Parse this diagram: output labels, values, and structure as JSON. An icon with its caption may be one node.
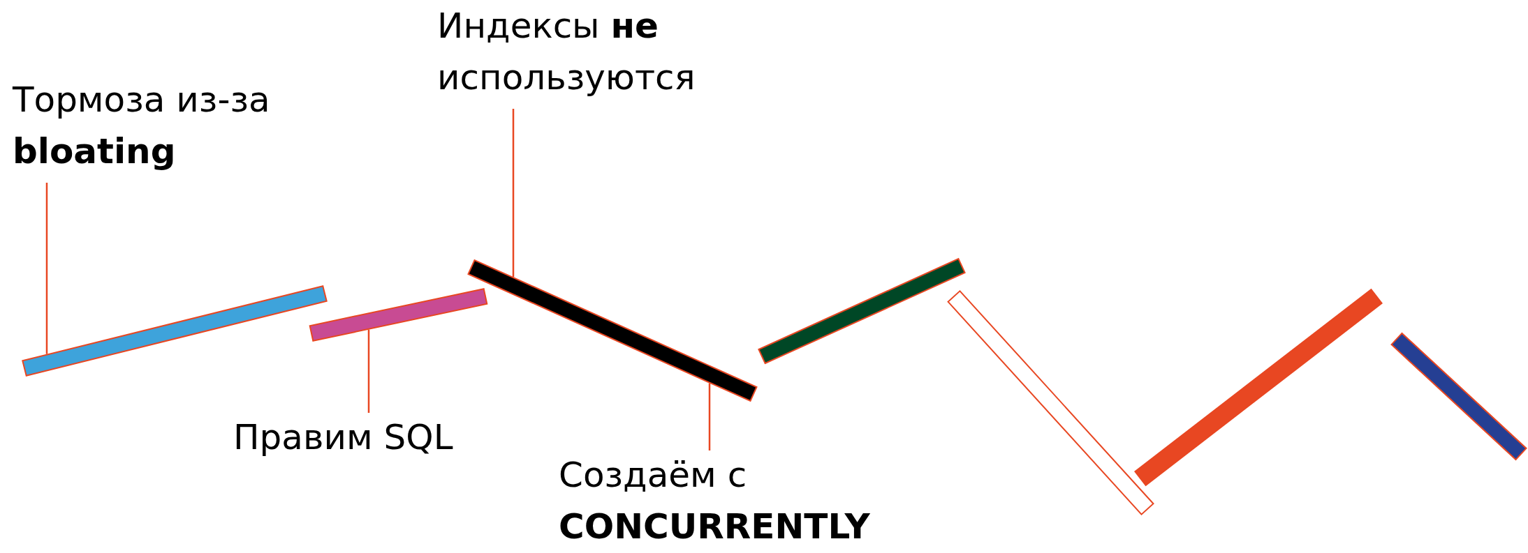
{
  "diagram": {
    "nodes": [
      {
        "text": [
          "Тормоза из-за **bloating**"
        ]
      },
      {
        "text": [
          "Правим SQL"
        ]
      },
      {
        "text": [
          "Индексы **не** используются"
        ]
      },
      {
        "text": [
          "Создаём с **CONCURRENTLY**"
        ]
      },
      {
        "text": [],
        "shape": "bar"
      },
      {
        "text": [],
        "shape": "bar"
      },
      {
        "text": [],
        "shape": "bar"
      },
      {
        "text": [],
        "shape": "bar"
      },
      {
        "text": [],
        "shape": "bar"
      },
      {
        "text": [],
        "shape": "bar"
      },
      {
        "text": [],
        "shape": "bar"
      }
    ],
    "edges": [
      {
        "from": 0,
        "to": 4,
        "arrow": "none"
      },
      {
        "from": 1,
        "to": 5,
        "arrow": "none"
      },
      {
        "from": 2,
        "to": 6,
        "arrow": "none"
      },
      {
        "from": 3,
        "to": 6,
        "arrow": "none"
      }
    ]
  }
}
